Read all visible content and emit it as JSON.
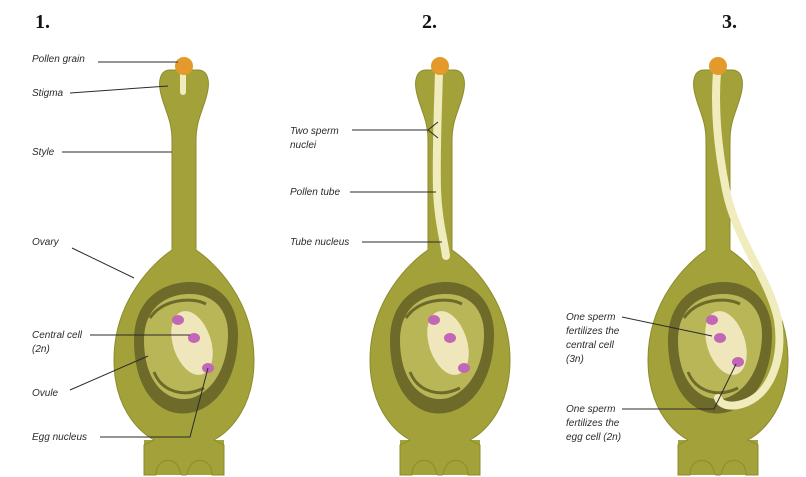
{
  "panels": [
    {
      "number": "1.",
      "labels": {
        "pollen_grain": "Pollen grain",
        "stigma": "Stigma",
        "style": "Style",
        "ovary": "Ovary",
        "central_cell_1": "Central cell",
        "central_cell_2": "(2n)",
        "ovule": "Ovule",
        "egg_nucleus": "Egg nucleus"
      }
    },
    {
      "number": "2.",
      "labels": {
        "two_sperm_1": "Two sperm",
        "two_sperm_2": "nuclei",
        "pollen_tube": "Pollen tube",
        "tube_nucleus": "Tube nucleus"
      }
    },
    {
      "number": "3.",
      "labels": {
        "central_1": "One sperm",
        "central_2": "fertilizes the",
        "central_3": "central cell",
        "central_4": "(3n)",
        "egg_1": "One sperm",
        "egg_2": "fertilizes the",
        "egg_3": "egg cell (2n)"
      }
    }
  ],
  "colors": {
    "background": "#ffffff",
    "pistil": "#a3a23a",
    "pistil_edge": "#8c8b2c",
    "ovule_ring": "#6d6a2a",
    "ovule_inner": "#b9b657",
    "sac": "#efe7bb",
    "nucleus": "#c266b6",
    "pollen": "#e39a2a",
    "tube": "#f1ecbe"
  }
}
